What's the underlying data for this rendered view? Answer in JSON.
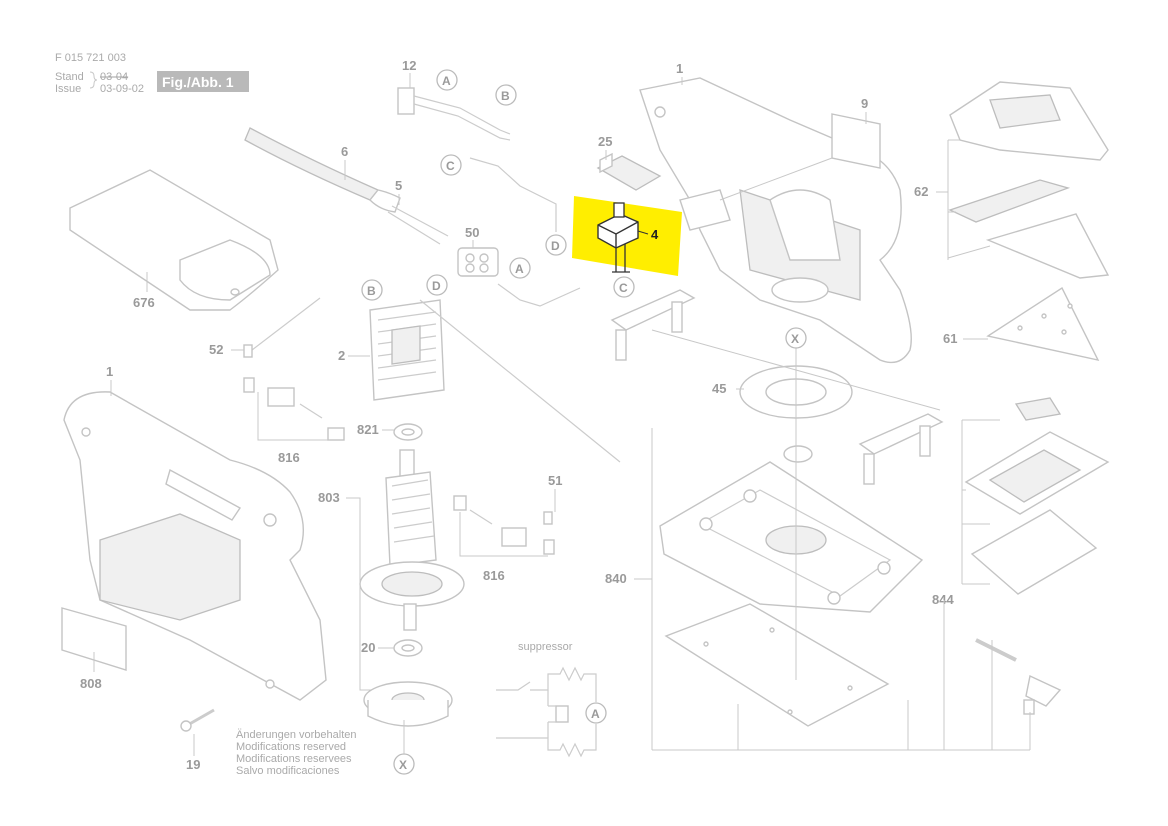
{
  "header": {
    "doc_number": "F 015 721 003",
    "stand_label": "Stand",
    "stand_value": "03-04",
    "issue_label": "Issue",
    "issue_value": "03-09-02",
    "fig_label": "Fig./Abb. 1"
  },
  "highlight": {
    "part_number": "4",
    "color": "#ffee00"
  },
  "part_labels": {
    "p12": "12",
    "p1_top": "1",
    "p9": "9",
    "p6": "6",
    "p5": "5",
    "p25": "25",
    "p50": "50",
    "p62": "62",
    "p676": "676",
    "p52": "52",
    "p2": "2",
    "p61": "61",
    "p45": "45",
    "p1_left": "1",
    "p821": "821",
    "p816_a": "816",
    "p803": "803",
    "p51": "51",
    "p816_b": "816",
    "p840": "840",
    "p844": "844",
    "p20": "20",
    "p808": "808",
    "p19": "19"
  },
  "callouts": {
    "a1": "A",
    "b1": "B",
    "c1": "C",
    "d1": "D",
    "a2": "A",
    "c2": "C",
    "b2": "B",
    "d2": "D",
    "x1": "X",
    "a3": "A",
    "x2": "X"
  },
  "schematic": {
    "label": "suppressor"
  },
  "notes": {
    "line1": "Änderungen vorbehalten",
    "line2": "Modifications reserved",
    "line3": "Modifications reservees",
    "line4": "Salvo modificaciones"
  }
}
